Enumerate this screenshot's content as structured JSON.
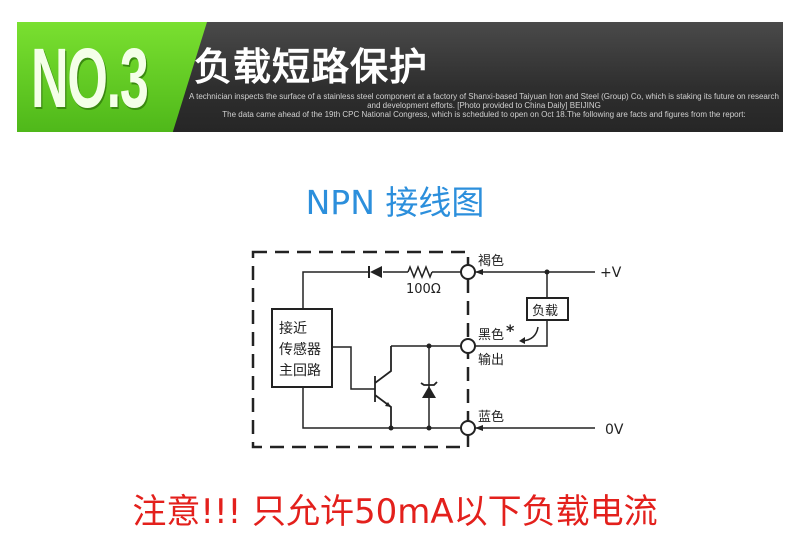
{
  "banner": {
    "number": "NO.3",
    "title": "负载短路保护",
    "fine_print_line1": "A technician inspects the surface of a stainless steel component at a factory of Shanxi-based Taiyuan Iron and Steel (Group) Co, which is staking its future on research and development efforts. [Photo provided to China Daily] BEIJING",
    "fine_print_line2": "The data came ahead of the 19th CPC National Congress, which is scheduled to open on Oct 18.The following are facts and figures from the report:"
  },
  "diagram": {
    "title": "NPN 接线图",
    "resistor_label": "100Ω",
    "sensor_circuit_lines": [
      "接近",
      "传感器",
      "主回路"
    ],
    "terminal_brown": "褐色",
    "terminal_black": "黑色",
    "asterisk": "*",
    "output_label": "输出",
    "terminal_blue": "蓝色",
    "load_label": "负载",
    "supply_positive": "+V",
    "supply_zero": "0V"
  },
  "warning": "注意!!! 只允许50mA以下负载电流",
  "colors": {
    "accent_green": "#5cc81f",
    "title_blue": "#2c8fdc",
    "warning_red": "#e3201c"
  }
}
